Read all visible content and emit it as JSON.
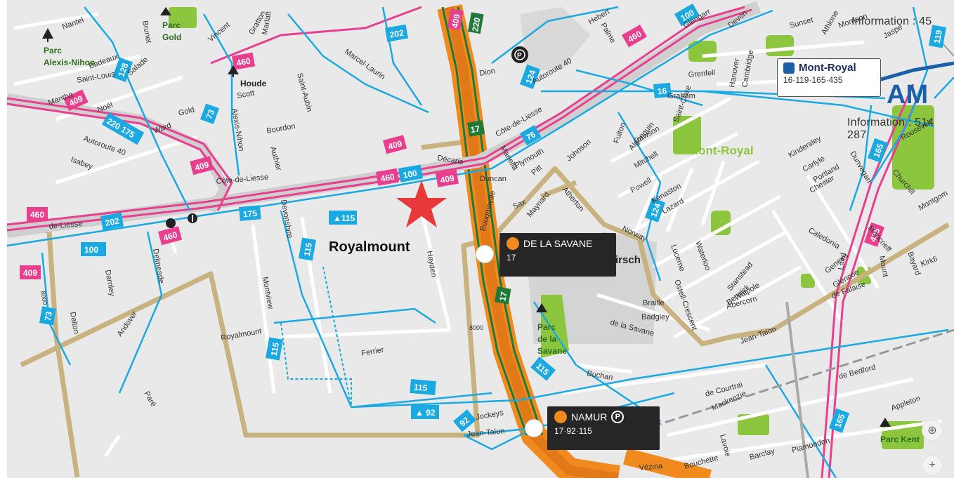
{
  "streets": {
    "nantel": "Nantel",
    "badeaux": "Badeaux",
    "brunet": "Brunet",
    "salade": "Salade",
    "saint_louis": "Saint-Louis",
    "mantha": "Mantha",
    "noel": "Noël",
    "gold": "Gold",
    "ward": "Ward",
    "isabey": "Isabey",
    "autoroute40_w": "Autoroute 40",
    "alexis_nihon": "Alexis-Nihon",
    "houde": "Houde",
    "scott": "Scott",
    "vincent": "Vincent",
    "grattoy": "Gratton",
    "marlatt": "Marlatt",
    "saint_aubin": "Saint-Aubin",
    "bourdon": "Bourdon",
    "authier": "Authier",
    "cote_de_liesse": "Côte-de-Liesse",
    "de_liesse": "de-Liesse",
    "delmeade": "Delmeade",
    "darnley": "Darnley",
    "andover": "Andover",
    "dalton": "Dalton",
    "pare": "Paré",
    "devonshire": "Devonshire",
    "montview": "Montview",
    "royalmount_st": "Royalmount",
    "ferrier": "Ferrier",
    "hayden": "Hayden",
    "marcel_laurin": "Marcel-Laurin",
    "dion": "Dion",
    "autoroute40_e": "Autoroute 40",
    "cote_de_liesse_e": "Côte-de-Liesse",
    "decarie": "Décarie",
    "duncan": "Duncan",
    "manella": "Manella",
    "plymouth": "Plymouth",
    "pitt": "Pitt",
    "johnson": "Johnson",
    "sax": "Sax",
    "maynard": "Maynard",
    "bougainville": "Bougainville",
    "atherton": "Atherton",
    "norway": "Norway",
    "lucerne": "Lucerne",
    "waterloo": "Waterloo",
    "stanstead": "Stanstead",
    "berwick": "Berwick",
    "walpole": "Walpole",
    "abercorn": "Abercorn",
    "braille": "Braille",
    "badgley": "Badgley",
    "ostell": "Ostell-Crescent",
    "de_la_savane": "de la Savane",
    "buchan": "Buchan",
    "jean_talon": "Jean-Talon",
    "jean_talon_w": "Jean-Talon",
    "jockeys": "Jockeys",
    "de_courtrai": "de Courtrai",
    "mackenzie": "Mackenzie",
    "lavoie": "Lavoie",
    "bouchette": "Bouchette",
    "barclay": "Barclay",
    "plamondon": "Plamondon",
    "vezina": "Vézina",
    "de_bedford": "de Bedford",
    "appleton": "Appleton",
    "de_falaise": "de Falaise",
    "geneva": "Geneva",
    "glencoe": "Glencoe",
    "bayard": "Bayard",
    "mount": "Mount",
    "kirkfield": "Kirkfi",
    "caledonia": "Caledonia",
    "moncrieff": "Moncrieff",
    "churchill": "Churchill",
    "roosevelt": "Roosevelt",
    "montgomery": "Montgom",
    "laird": "Laird",
    "dawson": "Dawson",
    "algonquin": "Algonquin",
    "fulton": "Fulton",
    "saint_clare": "Saint-Clare",
    "mitchell": "Mitchell",
    "powell": "Powell",
    "kenaston": "Kenaston",
    "lazard": "Lazard",
    "kindersley": "Kindersley",
    "carlyle": "Carlyle",
    "portland": "Portland",
    "chester": "Chester",
    "dunvegan": "Dunvegan",
    "grenfell": "Grenfell",
    "hanover": "Hanover",
    "cambridge": "Cambridge",
    "devon": "Devon",
    "sunset": "Sunset",
    "athlone": "Athlone",
    "morrison": "Morrison",
    "jasper": "Jaspe",
    "glengarry": "Glengarr",
    "hebert": "Hebert",
    "palme": "Palme",
    "graham": "Graham",
    "hirsch": "irsch"
  },
  "parks": {
    "alexis_nihon": [
      "Parc",
      "Alexis-Nihon"
    ],
    "gold": [
      "Parc",
      "Gold"
    ],
    "houde": "Houde",
    "savane": [
      "Parc",
      "de la",
      "Savane"
    ],
    "kent": "Parc Kent"
  },
  "areas": {
    "mont_royal": "Mont-Royal"
  },
  "info_top": "Information : 45",
  "info_mid": "Information : 514 287",
  "routes": [
    "409",
    "460",
    "202",
    "175",
    "220",
    "128",
    "73",
    "100",
    "115",
    "92",
    "17",
    "124",
    "76",
    "16",
    "165",
    "119",
    "435",
    "8000"
  ],
  "royalmount": "Royalmount",
  "stations": [
    {
      "name": "DE LA SAVANE",
      "lines": "17"
    },
    {
      "name": "NAMUR",
      "lines": "17·92·115"
    }
  ],
  "mont_royal_station": {
    "name": "Mont-Royal",
    "lines": "16·119·165·435"
  },
  "logo": "AM",
  "zoom_in": "+",
  "zoom_reset": "⊕",
  "colors": {
    "bus_blue": "#1ba9e1",
    "express_pink": "#e8408f",
    "metro_orange": "#f18a1e",
    "autoroute_green": "#1f7a3a",
    "trail_tan": "#c8b27f",
    "park_green": "#8cc63f",
    "star_red": "#e8383a"
  }
}
